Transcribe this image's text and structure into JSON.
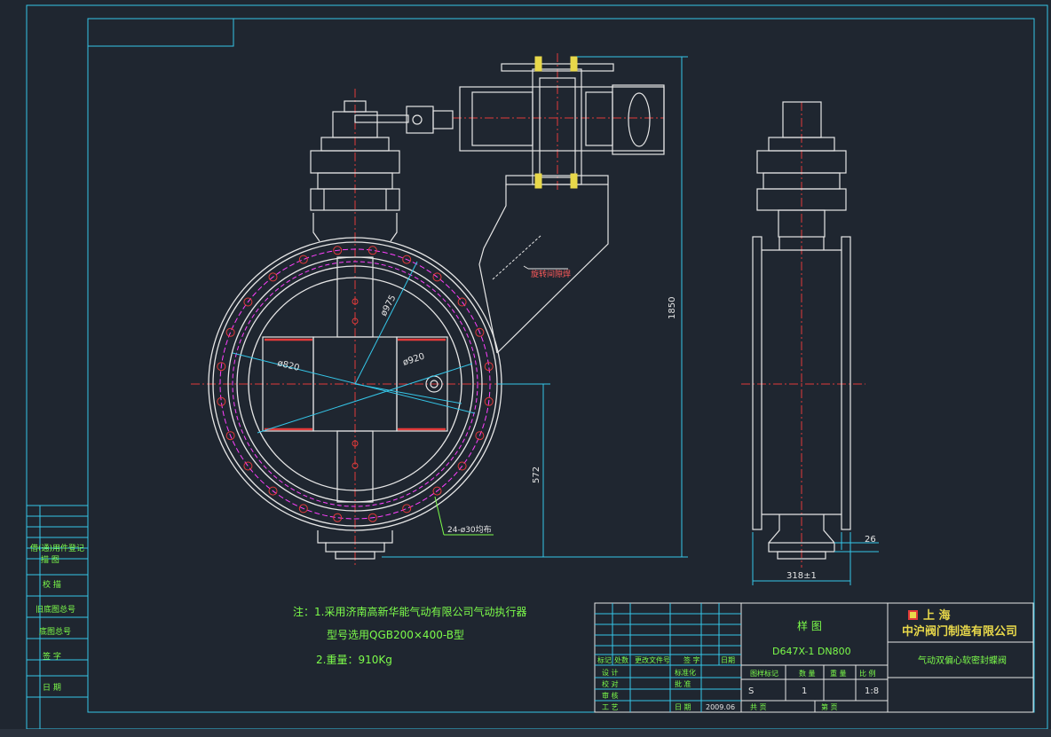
{
  "dims": {
    "d975": "ø975",
    "d920": "ø920",
    "d820": "ø820",
    "height_total": "1850",
    "height_lower": "572",
    "bolts": "24-ø30均布",
    "width_body": "318±1",
    "flange_thk": "26",
    "weld_note": "旋转间隙焊"
  },
  "notes": {
    "line1": "注：1.采用济南高新华能气动有限公司气动执行器",
    "line2": "型号选用QGB200×400-B型",
    "line3": "2.重量：910Kg"
  },
  "side_table": {
    "rows": [
      "借(通)用件登记",
      "描  图",
      "校  描",
      "旧底图总号",
      "底图总号",
      "签  字",
      "日  期"
    ]
  },
  "title_block": {
    "drawing_type": "样  图",
    "model": "D647X-1 DN800",
    "company_prefix": "上     海",
    "company": "中沪阀门制造有限公司",
    "product": "气动双偏心软密封蝶阀",
    "rev_headers": [
      "标记",
      "处数",
      "更改文件号",
      "签  字",
      "日期"
    ],
    "sign_rows": [
      "设  计",
      "校  对",
      "审  核",
      "工  艺"
    ],
    "sign_cols2": [
      "标准化",
      "批  准"
    ],
    "date_label": "日  期",
    "date": "2009.06",
    "stage_label": "图样标记",
    "weight_label": "数  量",
    "mass_label": "重  量",
    "scale_label": "比  例",
    "stage": "S",
    "qty": "1",
    "scale": "1:8",
    "total_label": "共     页",
    "page_label": "第     页"
  }
}
